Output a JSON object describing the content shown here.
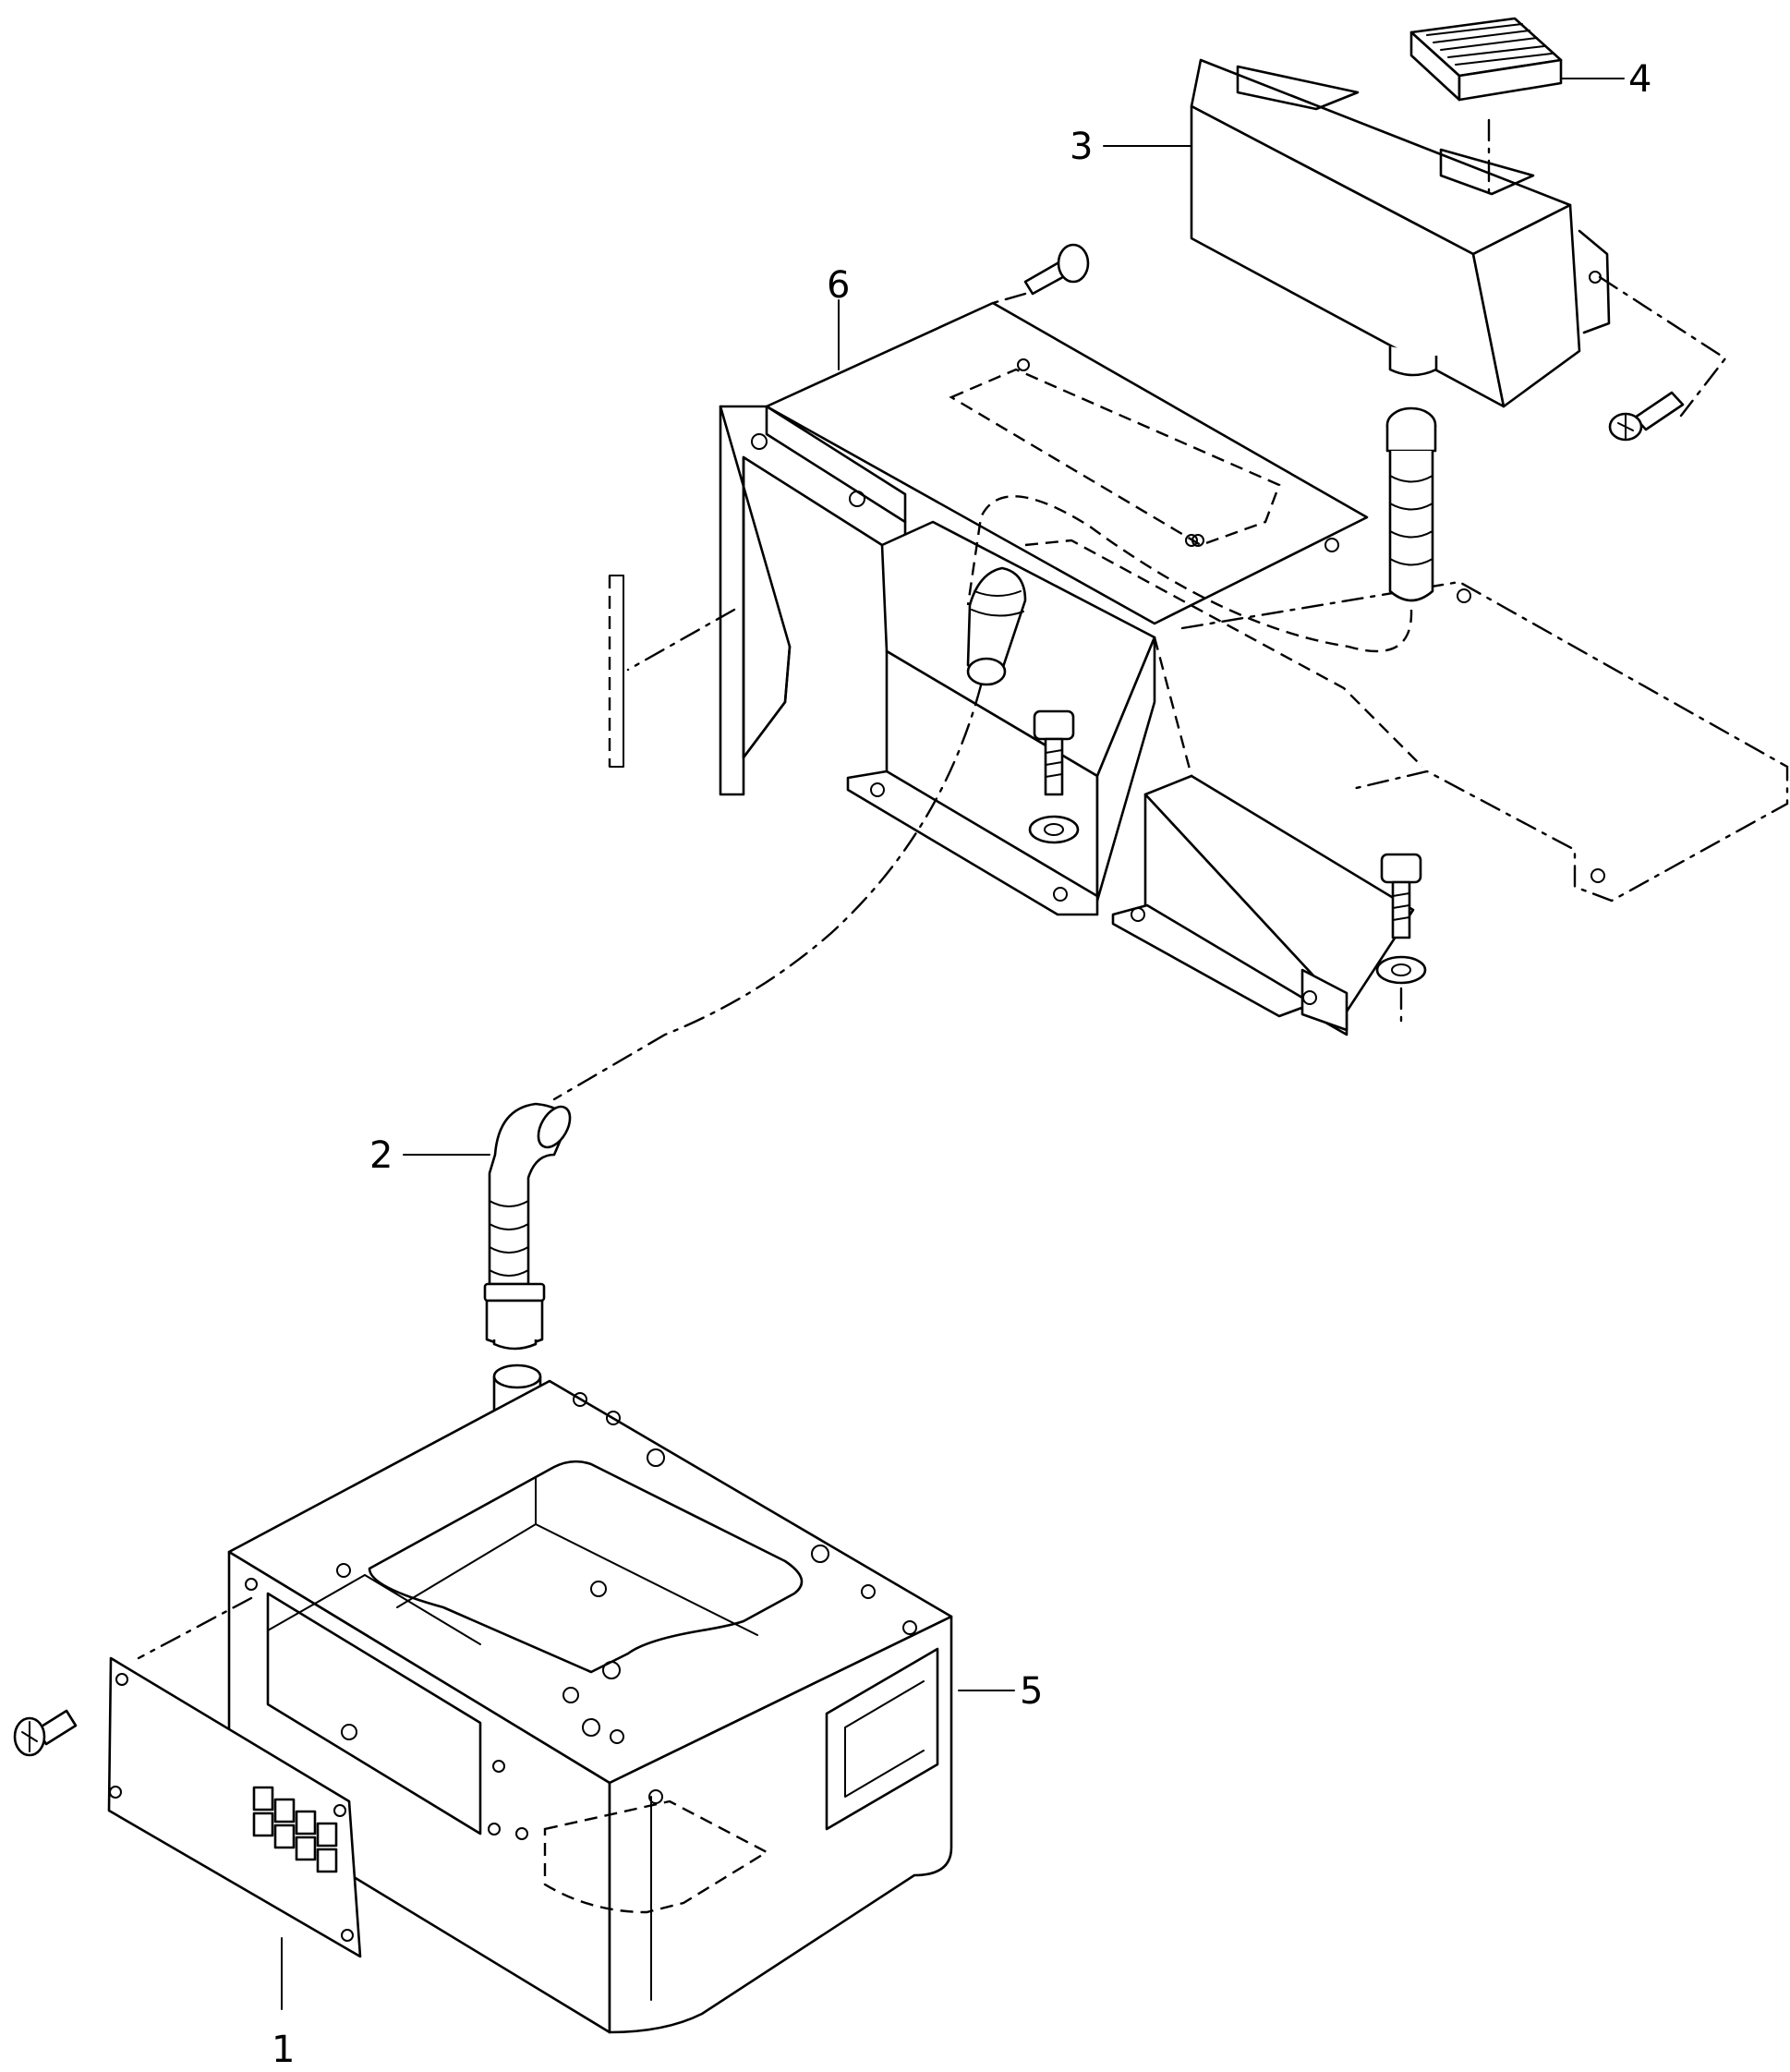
{
  "callouts": [
    {
      "id": "1",
      "label": "1",
      "part": "cover-plate"
    },
    {
      "id": "2",
      "label": "2",
      "part": "elbow-hose"
    },
    {
      "id": "3",
      "label": "3",
      "part": "upper-housing"
    },
    {
      "id": "4",
      "label": "4",
      "part": "grille"
    },
    {
      "id": "5",
      "label": "5",
      "part": "base-frame"
    },
    {
      "id": "6",
      "label": "6",
      "part": "mounting-bracket"
    }
  ],
  "colors": {
    "line": "#000000",
    "background": "#ffffff"
  }
}
